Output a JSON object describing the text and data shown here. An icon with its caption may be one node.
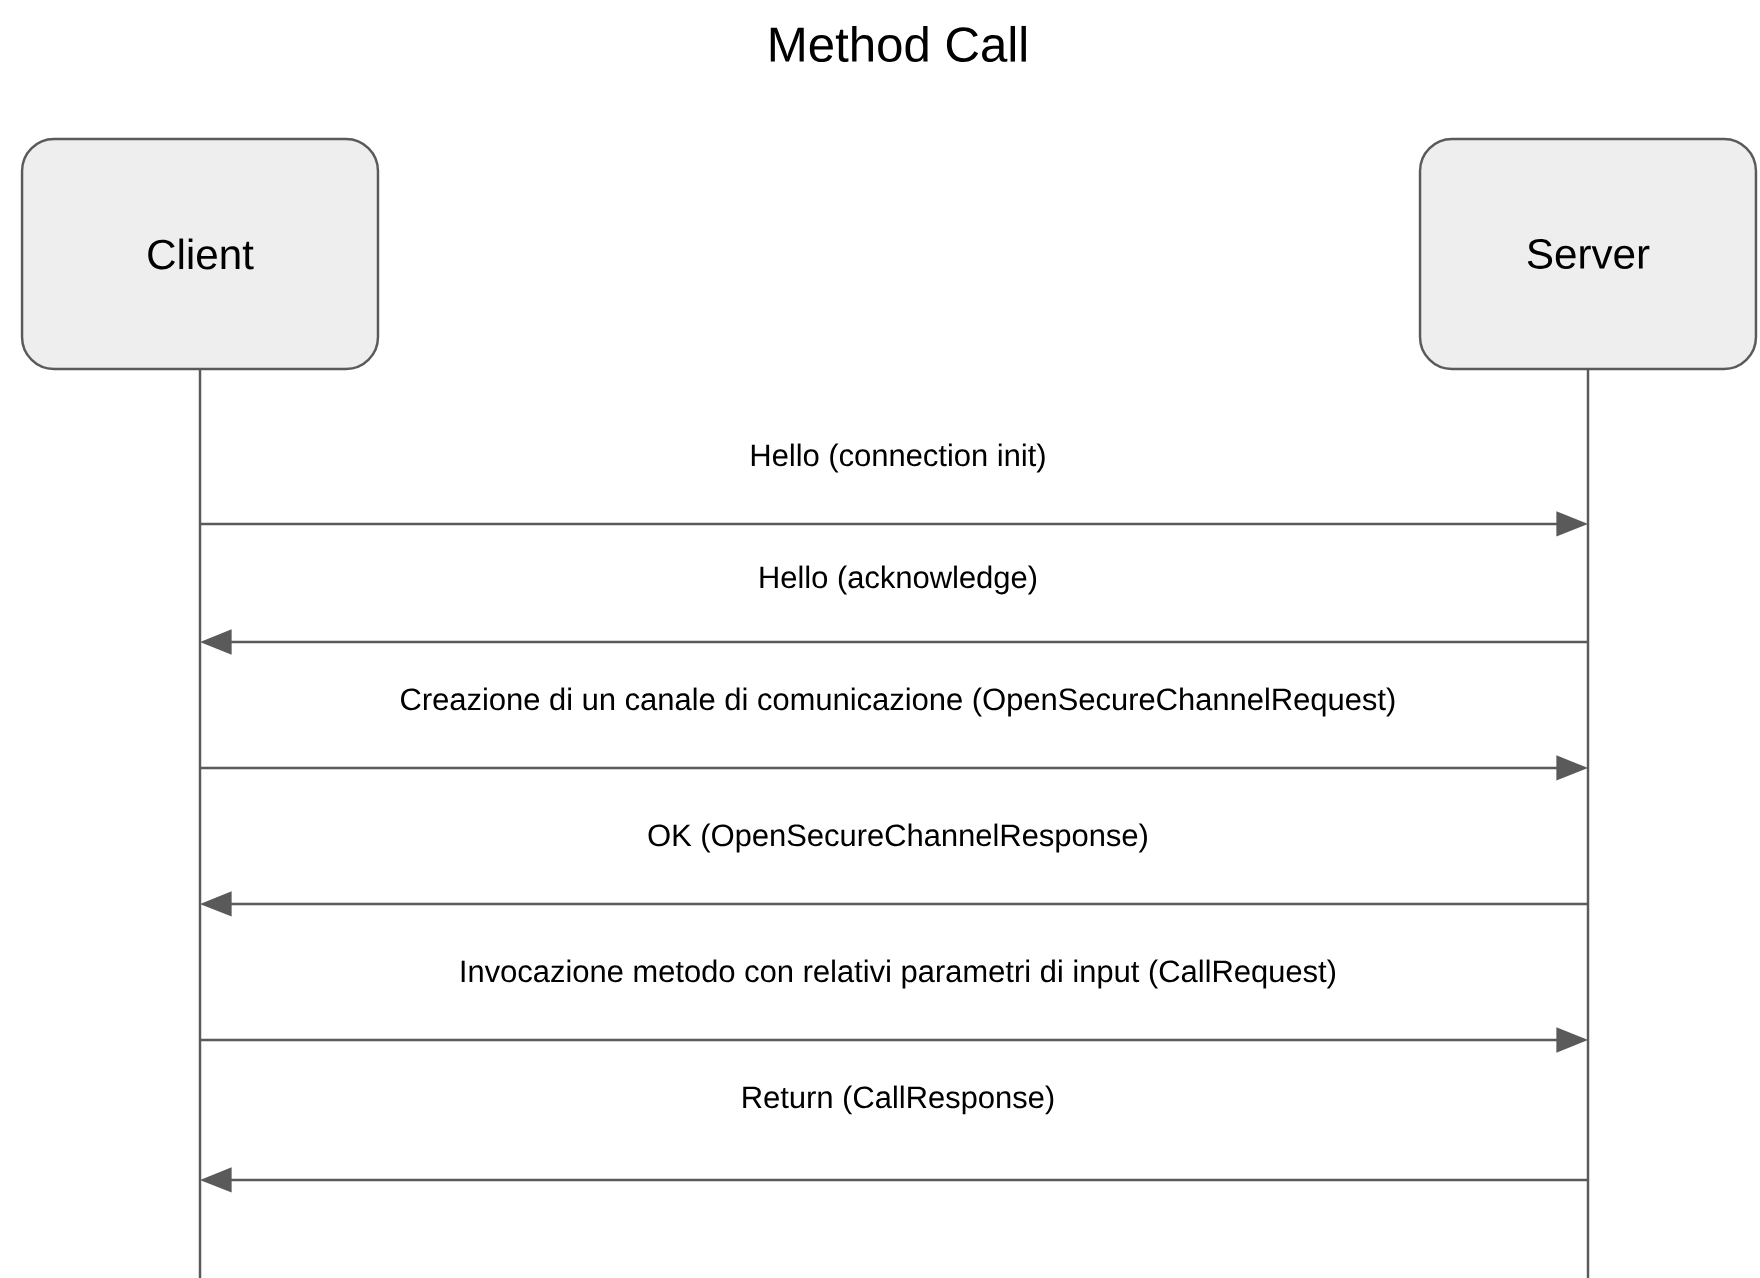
{
  "diagram": {
    "title": "Method Call",
    "nodes": [
      {
        "text": [
          "Client"
        ]
      },
      {
        "text": [
          "Server"
        ]
      }
    ],
    "edges": [
      {
        "from": 0,
        "to": 1,
        "arrow": "to",
        "label": "Hello (connection init)"
      },
      {
        "from": 1,
        "to": 0,
        "arrow": "to",
        "label": "Hello (acknowledge)"
      },
      {
        "from": 0,
        "to": 1,
        "arrow": "to",
        "label": "Creazione di un canale di comunicazione (OpenSecureChannelRequest)"
      },
      {
        "from": 1,
        "to": 0,
        "arrow": "to",
        "label": "OK (OpenSecureChannelResponse)"
      },
      {
        "from": 0,
        "to": 1,
        "arrow": "to",
        "label": "Invocazione metodo con relativi parametri di input (CallRequest)"
      },
      {
        "from": 1,
        "to": 0,
        "arrow": "to",
        "label": "Return (CallResponse)"
      }
    ]
  }
}
